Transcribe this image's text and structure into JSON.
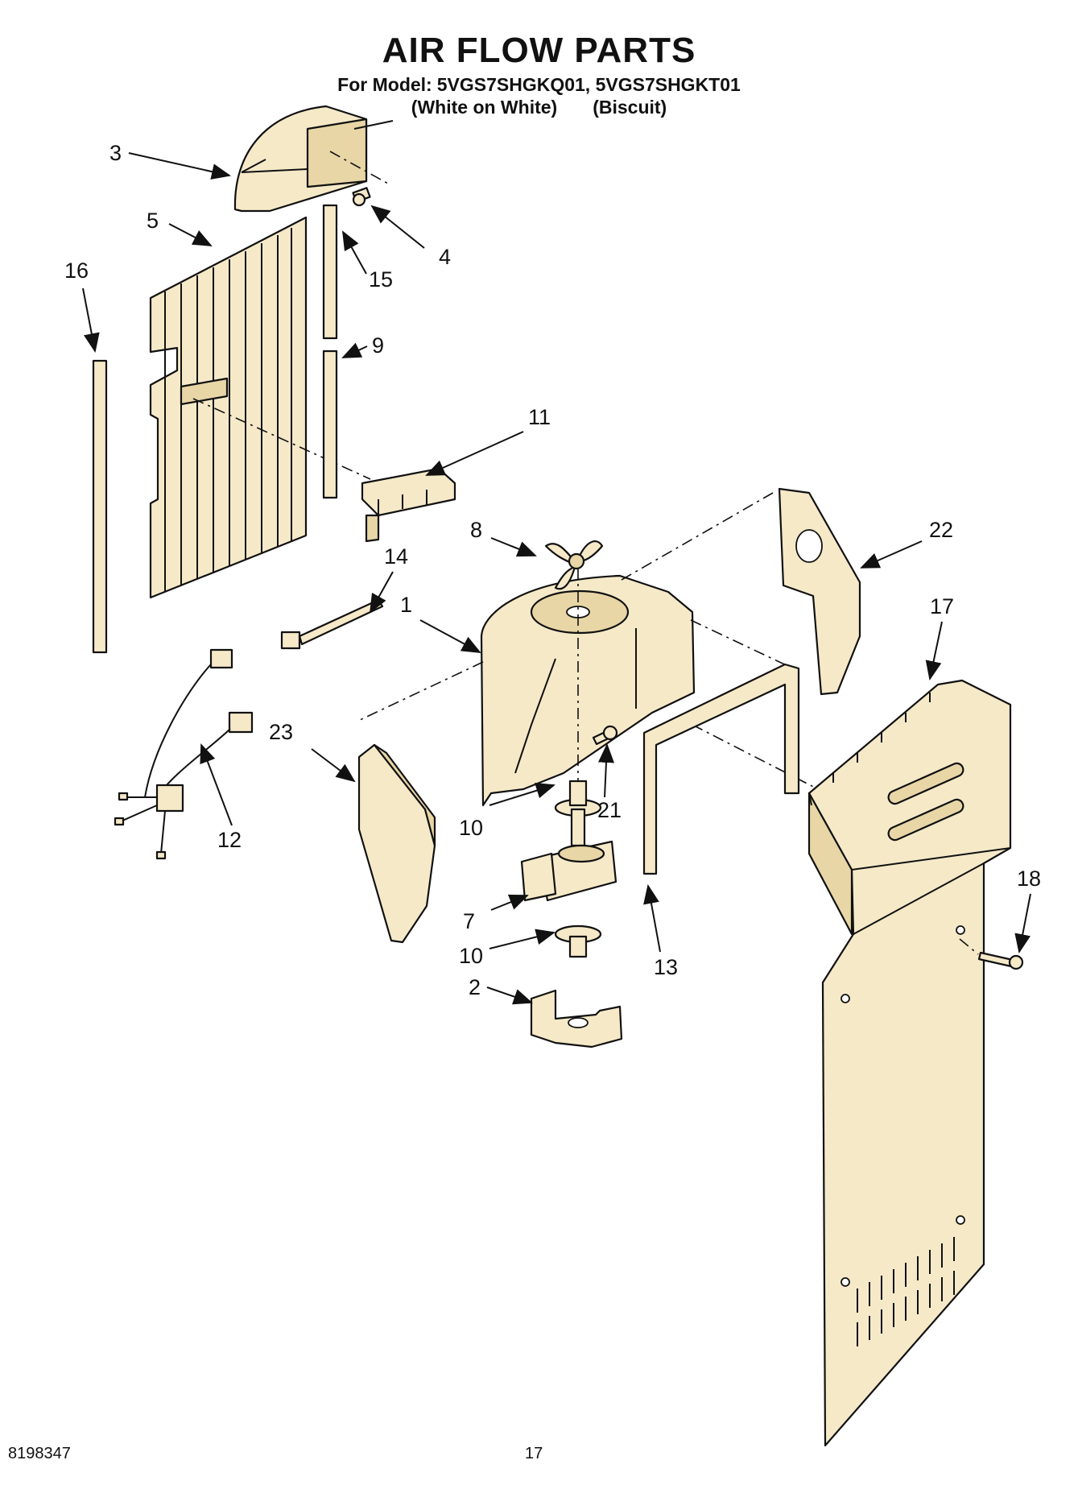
{
  "header": {
    "title": "AIR FLOW PARTS",
    "model_label": "For Model:",
    "models": "5VGS7SHGKQ01, 5VGS7SHGKT01",
    "variant_1": "(White on White)",
    "variant_2": "(Biscuit)"
  },
  "callouts": {
    "c1": "1",
    "c2": "2",
    "c3": "3",
    "c4": "4",
    "c5": "5",
    "c7": "7",
    "c8": "8",
    "c9": "9",
    "c10a": "10",
    "c10b": "10",
    "c11": "11",
    "c12": "12",
    "c13": "13",
    "c14": "14",
    "c15": "15",
    "c16": "16",
    "c17": "17",
    "c18": "18",
    "c21": "21",
    "c22": "22",
    "c23": "23"
  },
  "footer": {
    "doc_number": "8198347",
    "page_number": "17"
  }
}
